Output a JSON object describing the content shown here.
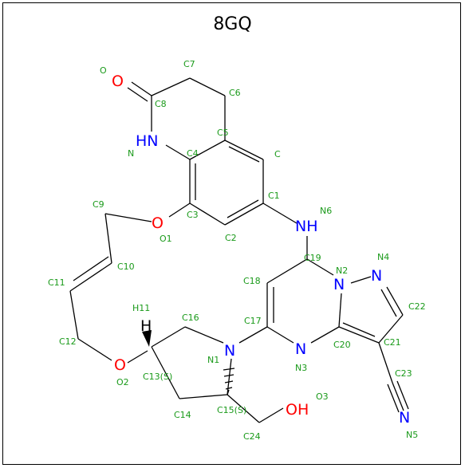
{
  "title": "8GQ",
  "atom_labels": {
    "O": "O",
    "C7": "C7",
    "C6": "C6",
    "C8": "C8",
    "C5": "C5",
    "N": "N",
    "C4": "C4",
    "C": "C",
    "C1": "C1",
    "N6": "N6",
    "C9": "C9",
    "C3": "C3",
    "O1": "O1",
    "C2": "C2",
    "C19": "C19",
    "N4": "N4",
    "N2": "N2",
    "C10": "C10",
    "C11": "C11",
    "C18": "C18",
    "C22": "C22",
    "H11": "H11",
    "C16": "C16",
    "C17": "C17",
    "C12": "C12",
    "N1": "N1",
    "C20": "C20",
    "C21": "C21",
    "O2": "O2",
    "C13S": "C13(S)",
    "N3": "N3",
    "C23": "C23",
    "C14": "C14",
    "C15S": "C15(S)",
    "O3": "O3",
    "C24": "C24",
    "N5": "N5"
  },
  "element_symbols": {
    "carbonyl_O": "O",
    "amide_NH": "HN",
    "ether_O1": "O",
    "amine_NH": "NH",
    "ether_O2": "O",
    "ring_N1": "N",
    "pyr_N2": "N",
    "pyr_N4": "N",
    "pyr_N3": "N",
    "hydroxyl": "OH",
    "nitrile_N5": "N",
    "stereo_H": "H"
  },
  "colors": {
    "carbon_bond": "#000000",
    "oxygen": "#ff0000",
    "nitrogen": "#0000ff",
    "atom_label": "#1a9a1a"
  }
}
